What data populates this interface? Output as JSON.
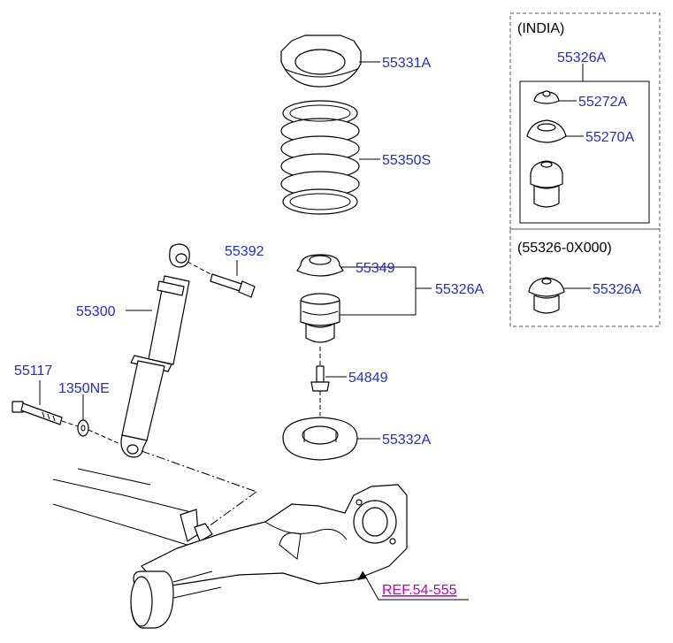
{
  "labels": {
    "p55331A": "55331A",
    "p55350S": "55350S",
    "p55392": "55392",
    "p55300": "55300",
    "p55349": "55349",
    "p55326A_main": "55326A",
    "p54849": "54849",
    "p55117": "55117",
    "p1350NE": "1350NE",
    "p55332A": "55332A",
    "ref": "REF.54-555"
  },
  "india_box": {
    "title": "(INDIA)",
    "kit": "55326A",
    "p55272A": "55272A",
    "p55270A": "55270A"
  },
  "alt_box": {
    "title": "(55326-0X000)",
    "part": "55326A"
  },
  "colors": {
    "part_number": "#1f2fc9",
    "reference": "#c000c0",
    "line": "#000000"
  }
}
